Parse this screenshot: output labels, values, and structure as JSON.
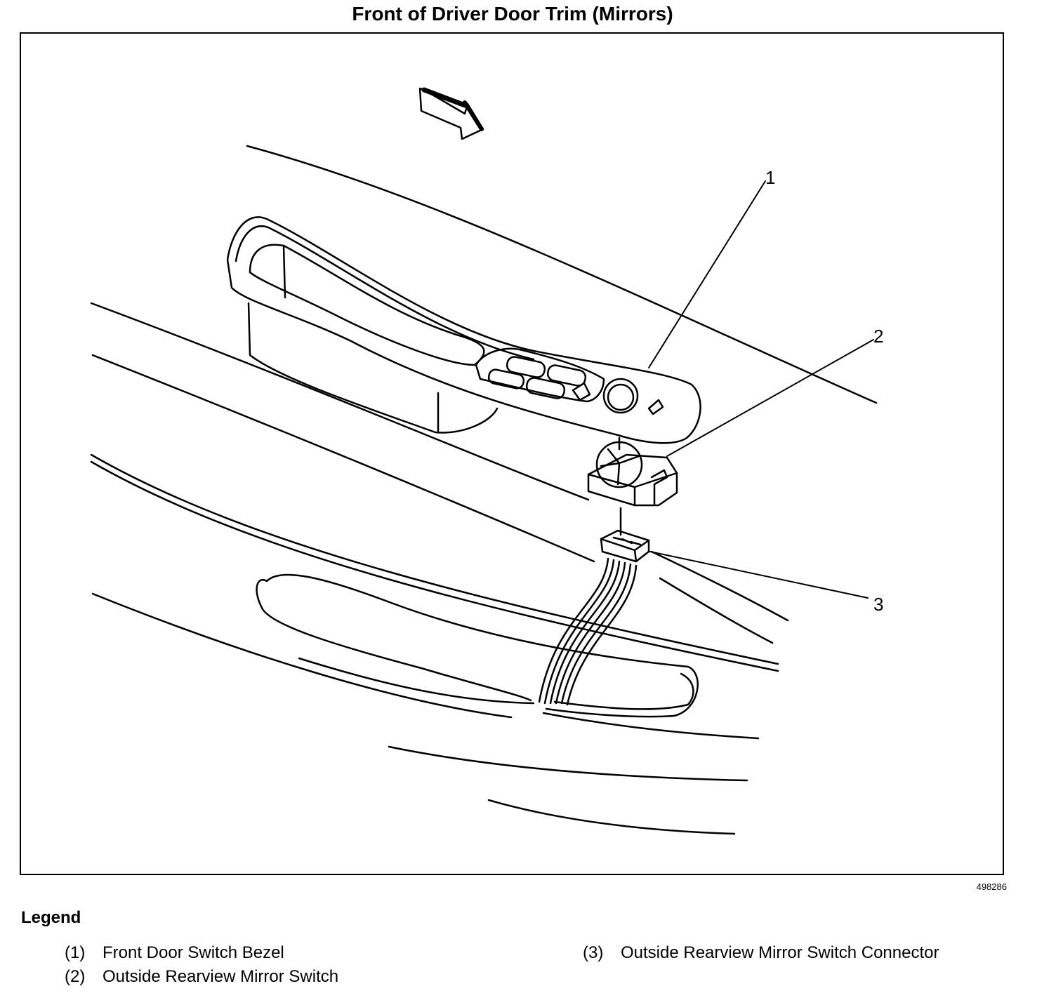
{
  "title": "Front of Driver Door Trim (Mirrors)",
  "figure_id": "498286",
  "callouts": [
    "1",
    "2",
    "3"
  ],
  "legend": {
    "heading": "Legend",
    "items": [
      {
        "num": "(1)",
        "text": "Front Door Switch Bezel"
      },
      {
        "num": "(2)",
        "text": "Outside Rearview Mirror Switch"
      },
      {
        "num": "(3)",
        "text": "Outside Rearview Mirror Switch Connector"
      }
    ]
  }
}
